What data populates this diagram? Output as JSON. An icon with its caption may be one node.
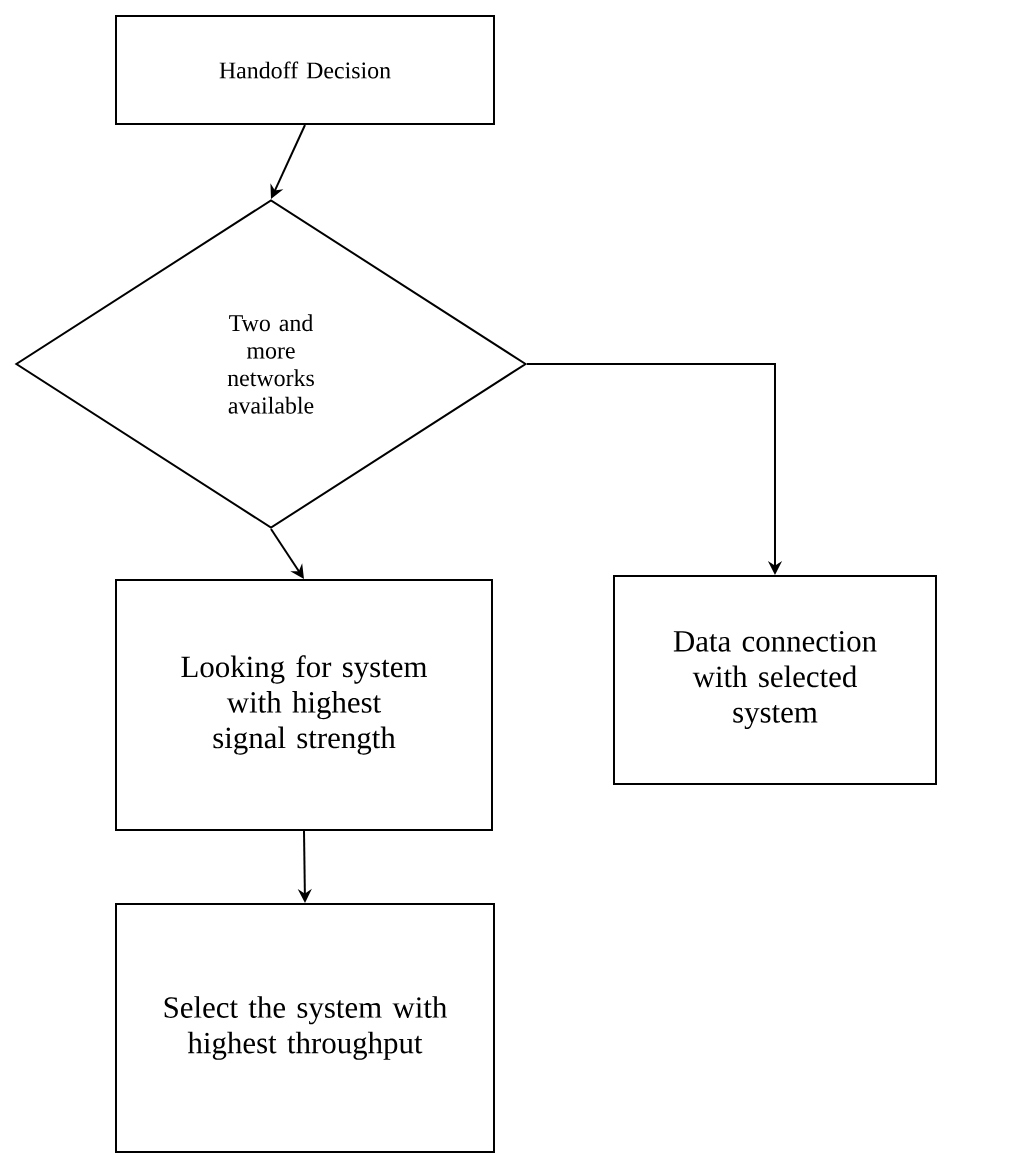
{
  "diagram": {
    "nodes": [
      {
        "text": [
          "Handoff Decision"
        ]
      },
      {
        "text": [
          "Two and more networks available"
        ]
      },
      {
        "text": [
          "Looking for system with highest signal strength"
        ]
      },
      {
        "text": [
          "Data connection with selected system"
        ]
      },
      {
        "text": [
          "Select the system with highest throughput"
        ]
      }
    ],
    "edges": [
      {
        "from": 0,
        "to": 1,
        "arrow": "to"
      },
      {
        "from": 1,
        "to": 2,
        "arrow": "to"
      },
      {
        "from": 1,
        "to": 3,
        "arrow": "to"
      },
      {
        "from": 2,
        "to": 4,
        "arrow": "to"
      }
    ]
  }
}
